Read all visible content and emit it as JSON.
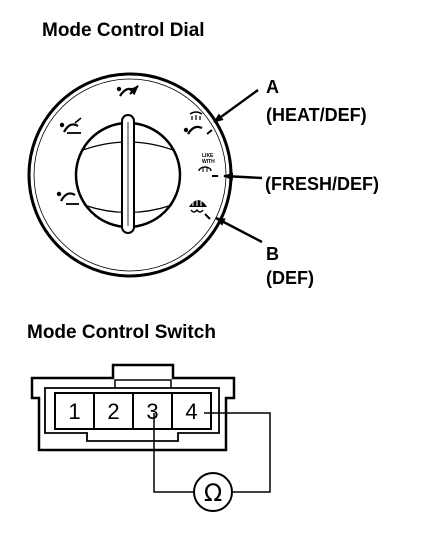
{
  "dial": {
    "title": "Mode Control Dial",
    "callout_a_letter": "A",
    "callout_a_text": "(HEAT/DEF)",
    "callout_fresh_text": "(FRESH/DEF)",
    "callout_b_letter": "B",
    "callout_b_text": "(DEF)",
    "fresh_label_line1": "LIKE",
    "fresh_label_line2": "WITH",
    "icons": [
      "vent-face-icon",
      "vent-face-feet-icon",
      "vent-feet-icon",
      "heat-def-icon",
      "fresh-def-icon",
      "defrost-icon"
    ]
  },
  "switch": {
    "title": "Mode Control Switch",
    "pins": [
      "1",
      "2",
      "3",
      "4"
    ],
    "meter_symbol": "Ω"
  }
}
